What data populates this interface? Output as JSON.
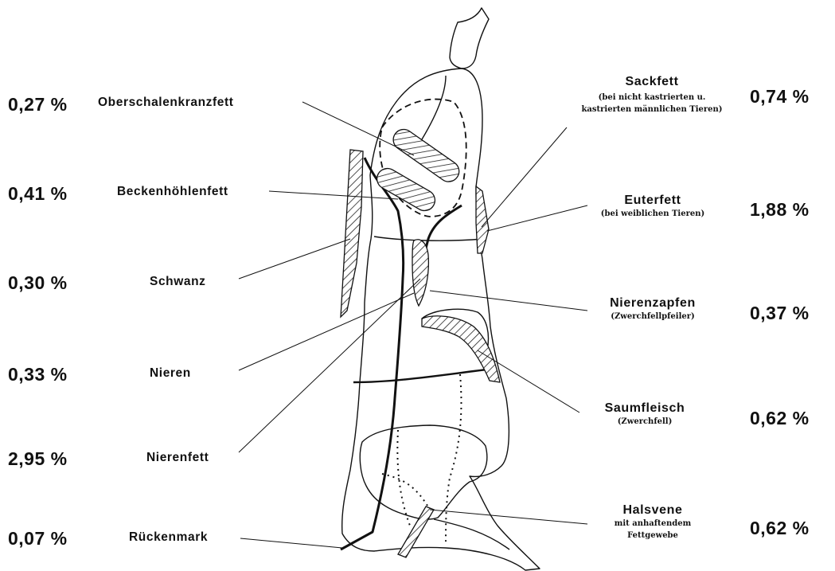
{
  "left_items": [
    {
      "pct": "0,27 %",
      "label": "Oberschalenkranzfett"
    },
    {
      "pct": "0,41 %",
      "label": "Beckenhöhlenfett"
    },
    {
      "pct": "0,30 %",
      "label": "Schwanz"
    },
    {
      "pct": "0,33 %",
      "label": "Nieren"
    },
    {
      "pct": "2,95 %",
      "label": "Nierenfett"
    },
    {
      "pct": "0,07 %",
      "label": "Rückenmark"
    }
  ],
  "right_items": [
    {
      "label": "Sackfett",
      "sub1": "(bei nicht kastrierten u.",
      "sub2": "kastrierten männlichen Tieren)",
      "pct": "0,74 %"
    },
    {
      "label": "Euterfett",
      "sub1": "(bei weiblichen Tieren)",
      "sub2": "",
      "pct": "1,88 %"
    },
    {
      "label": "Nierenzapfen",
      "sub1": "(Zwerchfellpfeiler)",
      "sub2": "",
      "pct": "0,37 %"
    },
    {
      "label": "Saumfleisch",
      "sub1": "(Zwerchfell)",
      "sub2": "",
      "pct": "0,62 %"
    },
    {
      "label": "Halsvene",
      "sub1": "mit anhaftendem",
      "sub2": "Fettgewebe",
      "pct": "0,62 %"
    }
  ]
}
